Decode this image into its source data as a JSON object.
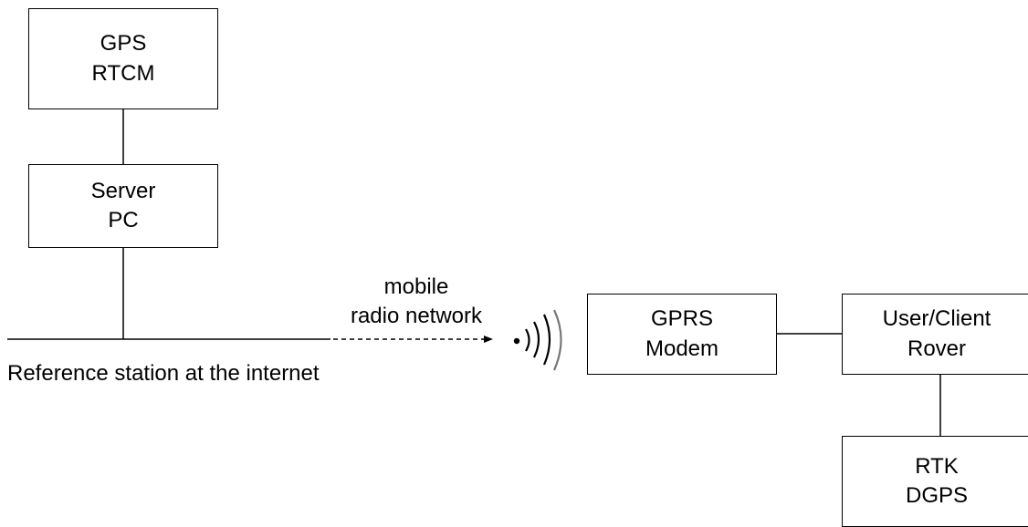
{
  "nodes": {
    "gps_rtcm": {
      "line1": "GPS",
      "line2": "RTCM"
    },
    "server_pc": {
      "line1": "Server",
      "line2": "PC"
    },
    "gprs_modem": {
      "line1": "GPRS",
      "line2": "Modem"
    },
    "user_client_rover": {
      "line1": "User/Client",
      "line2": "Rover"
    },
    "rtk_dgps": {
      "line1": "RTK",
      "line2": "DGPS"
    }
  },
  "labels": {
    "network_line1": "mobile",
    "network_line2": "radio network",
    "internet": "Reference station at the internet"
  },
  "colors": {
    "line": "#000000",
    "background": "#ffffff"
  }
}
